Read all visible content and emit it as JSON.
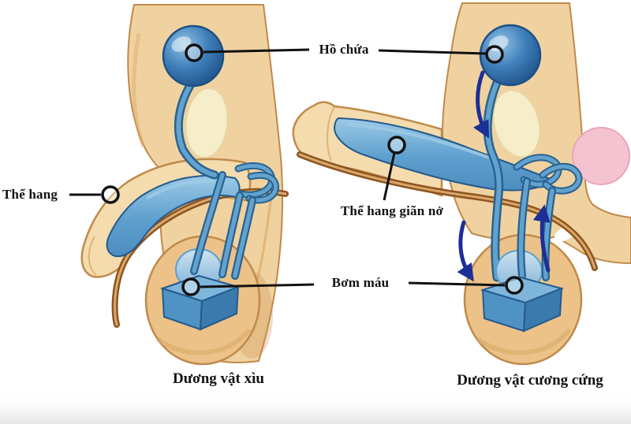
{
  "labels": {
    "reservoir": "Hồ chứa",
    "corpus_cavernosum": "Thể hang",
    "corpus_cavernosum_expanded": "Thể hang giãn nở",
    "blood_pump": "Bơm máu"
  },
  "captions": {
    "flaccid": "Dương vật xìu",
    "erect": "Dương vật cương cứng"
  },
  "icons": {
    "callout_marker": "ring-circle",
    "flow_arrow_down": "curved-arrow-down",
    "flow_arrow_up": "curved-arrow-up"
  },
  "colors": {
    "skin": "#f0d2a0",
    "skin_light": "#f4dcae",
    "skin_dark": "#dba968",
    "skin_outline": "#c08a4a",
    "scrotum": "#ecc289",
    "cream": "#f6eec8",
    "cream_outline": "#e5d7a5",
    "implant": "#5d9fce",
    "implant_light": "#9ccae6",
    "implant_dark": "#2f6da6",
    "implant_outline": "#245a8c",
    "reservoir": "#3f7fba",
    "reservoir_dark": "#1d4f85",
    "tube_outer": "#2a628f",
    "tube_inner": "#62a2cf",
    "urethra": "#8e5420",
    "urethra_light": "#d8a86a",
    "arrow": "#1c2f96",
    "pink": "#f5c3d0",
    "pink_outline": "#eaa6ba",
    "callout": "#111111",
    "text": "#111111"
  }
}
